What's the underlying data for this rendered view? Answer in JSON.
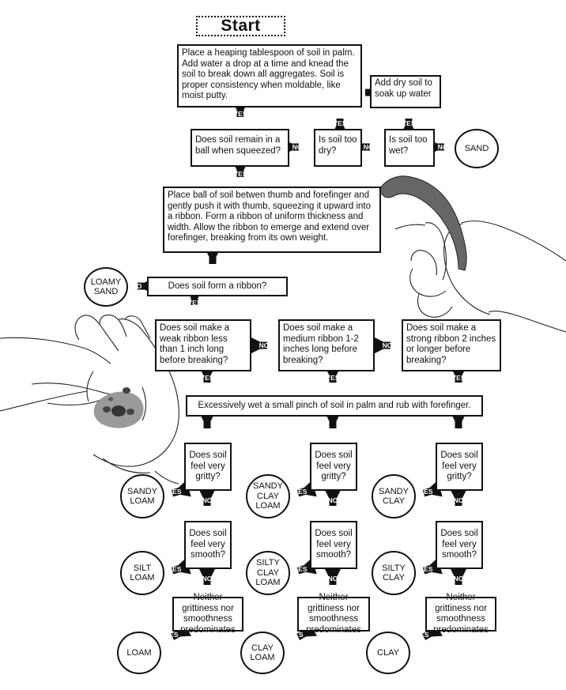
{
  "start": "Start",
  "steps": {
    "mix": "Place a heaping tablespoon of soil in palm.  Add water a drop at a time and knead the soil to break down all aggregates.  Soil is proper consistency when moldable, like moist putty.",
    "add_dry": "Add dry soil to soak up water",
    "ball": "Does soil remain in a ball when squeezed?",
    "too_dry": "Is soil too dry?",
    "too_wet": "Is soil too wet?",
    "ribbon_instr": "Place ball of soil betwen thumb and forefinger and gently push it with thumb, squeezing it upward into a ribbon.  Form a ribbon of uniform thickness and width. Allow the ribbon to emerge and extend over forefinger, breaking from its own weight.",
    "forms_ribbon": "Does soil form a ribbon?",
    "weak": "Does soil make a weak ribbon less than 1 inch long before breaking?",
    "medium": "Does soil make a medium ribbon 1-2 inches long before breaking?",
    "strong": "Does soil make a strong ribbon 2 inches or longer before breaking?",
    "wet_pinch": "Excessively wet a small pinch of soil in palm and rub with forefinger.",
    "gritty": "Does soil feel very gritty?",
    "smooth": "Does soil feel very smooth?",
    "neither": "Neither grittiness nor smoothness predominates"
  },
  "results": {
    "sand": "SAND",
    "loamy_sand": "LOAMY SAND",
    "sandy_loam": "SANDY LOAM",
    "silt_loam": "SILT LOAM",
    "loam": "LOAM",
    "sandy_clay_loam": "SANDY CLAY LOAM",
    "silty_clay_loam": "SILTY CLAY LOAM",
    "clay_loam": "CLAY LOAM",
    "sandy_clay": "SANDY CLAY",
    "silty_clay": "SILTY CLAY",
    "clay": "CLAY"
  },
  "labels": {
    "yes": "YES",
    "no": "NO"
  }
}
